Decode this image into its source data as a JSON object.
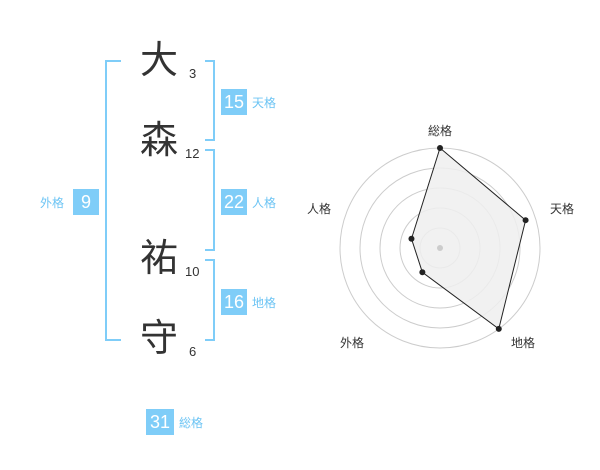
{
  "name": {
    "chars": [
      {
        "char": "大",
        "strokes": "3"
      },
      {
        "char": "森",
        "strokes": "12"
      },
      {
        "char": "祐",
        "strokes": "10"
      },
      {
        "char": "守",
        "strokes": "6"
      }
    ]
  },
  "kakusu": {
    "tenkaku": {
      "value": "15",
      "label": "天格"
    },
    "jinkaku": {
      "value": "22",
      "label": "人格"
    },
    "chikaku": {
      "value": "16",
      "label": "地格"
    },
    "gaikaku": {
      "value": "9",
      "label": "外格"
    },
    "soukaku": {
      "value": "31",
      "label": "総格"
    }
  },
  "colors": {
    "accent": "#7fcdf8",
    "accent_text": "#6cc4f4",
    "kanji_text": "#333333",
    "radar_fill": "#eeeeee",
    "radar_line": "#222222"
  },
  "chart_data": {
    "type": "radar",
    "categories": [
      "総格",
      "天格",
      "地格",
      "外格",
      "人格"
    ],
    "series": [
      {
        "values": [
          5,
          4.5,
          5,
          1.5,
          1.5
        ]
      }
    ],
    "rlim": [
      0,
      5
    ]
  }
}
